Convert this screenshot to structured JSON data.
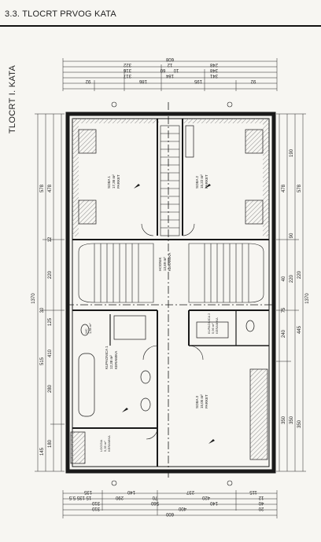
{
  "header": {
    "title": "3.3. TLOCRT PRVOG KATA"
  },
  "sheet": {
    "side_title": "TLOCRT I. KATA"
  },
  "dimensions": {
    "top_chain_1": [
      "608"
    ],
    "top_chain_2": [
      "322",
      "12",
      "248"
    ],
    "top_chain_3": [
      "316",
      "60",
      "10",
      "348"
    ],
    "top_chain_4": [
      "317",
      "184",
      "341"
    ],
    "top_chain_5": [
      "92",
      "186",
      "195",
      "92"
    ],
    "bottom_chain_1": [
      "135",
      "140",
      "237",
      "115"
    ],
    "bottom_chain_2": [
      "15 135 5.5",
      "290",
      "70",
      "420",
      "12"
    ],
    "bottom_chain_3": [
      "310",
      "560",
      "140",
      "40"
    ],
    "bottom_chain_4": [
      "310",
      "400",
      "20"
    ],
    "bottom_chain_5": [
      "600"
    ],
    "left_outer": "1370",
    "left_inner": [
      "578",
      "30",
      "515",
      "145"
    ],
    "left_segments": [
      "478",
      "12",
      "220",
      "125",
      "410",
      "280",
      "180"
    ],
    "right_outer": "1370",
    "right_inner": [
      "578",
      "220",
      "445",
      "350"
    ],
    "right_segments": [
      "478",
      "190",
      "90",
      "40",
      "220",
      "75",
      "240",
      "350",
      "350"
    ]
  },
  "rooms": {
    "room_1": {
      "name": "SOBA 1",
      "area": "17,36 m²",
      "finish": "PARKET"
    },
    "room_2": {
      "name": "SOBA 2",
      "area": "15,22 m²",
      "finish": "PARKET"
    },
    "room_3": {
      "name": "SOBA 3",
      "area": "15,05 m²",
      "finish": "PARKET"
    },
    "hall": {
      "name": "HODNIK",
      "area": "13,69 m²",
      "finish": "KERAMIKA"
    },
    "bath_1": {
      "name": "KUPAONICA 1",
      "area": "12,38 m²",
      "finish": "KERAMIKA"
    },
    "bath_2": {
      "name": "KUPAONICA 2",
      "area": "5,96 m²",
      "finish": "KERAMIKA"
    },
    "wc": {
      "name": "WC",
      "area": "1,68 m²"
    },
    "loggia": {
      "name": "LOGGIA",
      "area": "5,35 m²",
      "finish": "KERAMIKA"
    }
  },
  "colors": {
    "ink": "#1a1a1a",
    "wall": "#2a2a2a",
    "paper": "#f7f6f2",
    "hatch": "#8a8a8a"
  }
}
